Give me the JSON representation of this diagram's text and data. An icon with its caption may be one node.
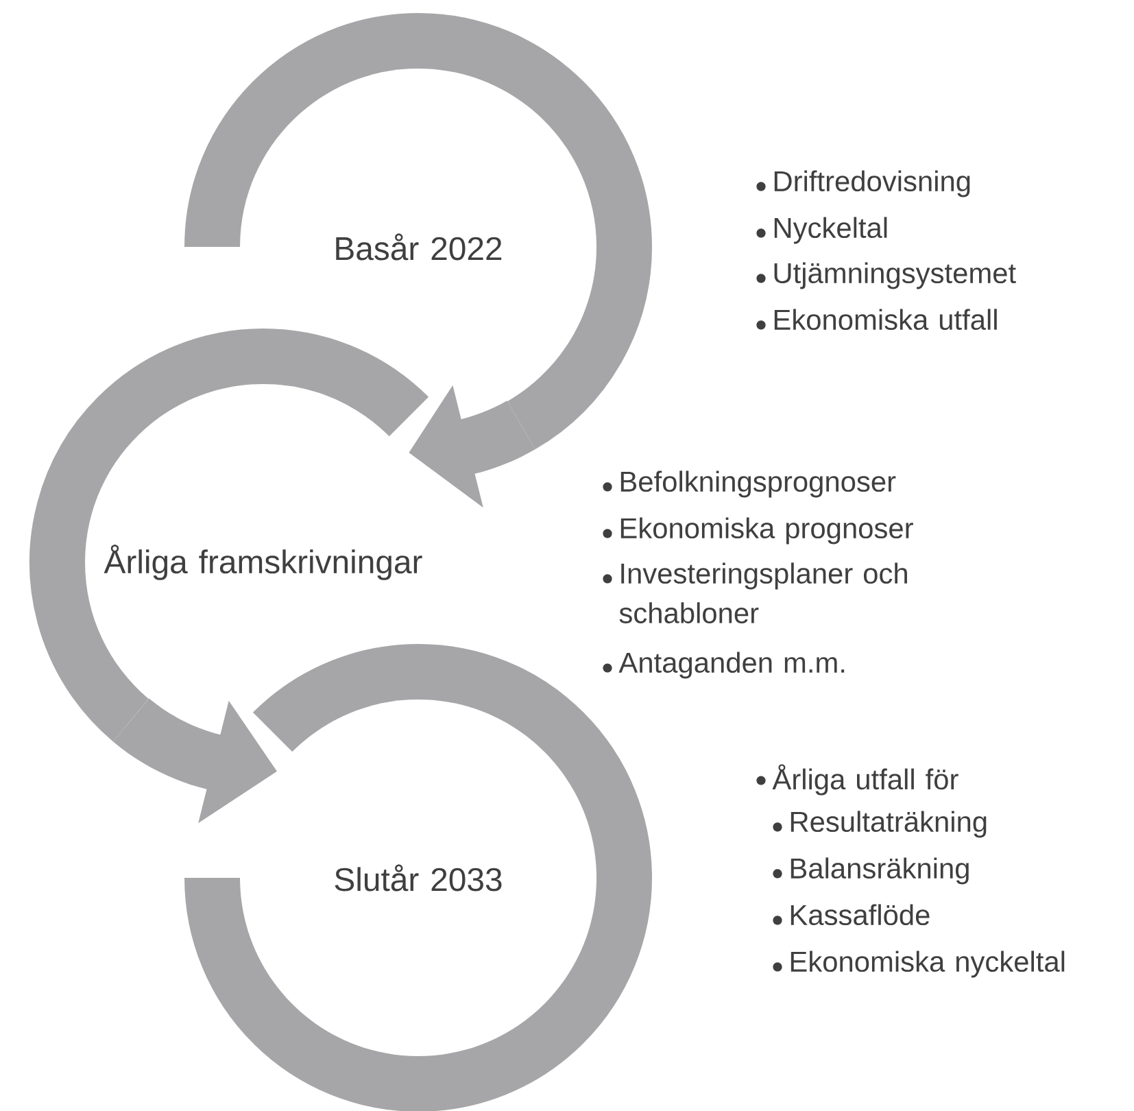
{
  "diagram": {
    "nodes": [
      {
        "text": [
          "Basår 2022"
        ],
        "beside": [
          "Driftredovisning",
          "Nyckeltal",
          "Utjämningsystemet",
          "Ekonomiska utfall"
        ]
      },
      {
        "text": [
          "Årliga framskrivningar"
        ],
        "beside": [
          "Befolkningsprognoser",
          "Ekonomiska prognoser",
          "Investeringsplaner och schabloner",
          "Antaganden m.m."
        ]
      },
      {
        "text": [
          "Slutår 2033"
        ],
        "beside": [
          "Årliga utfall för",
          "Resultaträkning",
          "Balansräkning",
          "Kassaflöde",
          "Ekonomiska nyckeltal"
        ]
      }
    ],
    "edges": [
      {
        "from": 0,
        "to": 1,
        "arrow": "to"
      },
      {
        "from": 1,
        "to": 2,
        "arrow": "to"
      }
    ]
  }
}
